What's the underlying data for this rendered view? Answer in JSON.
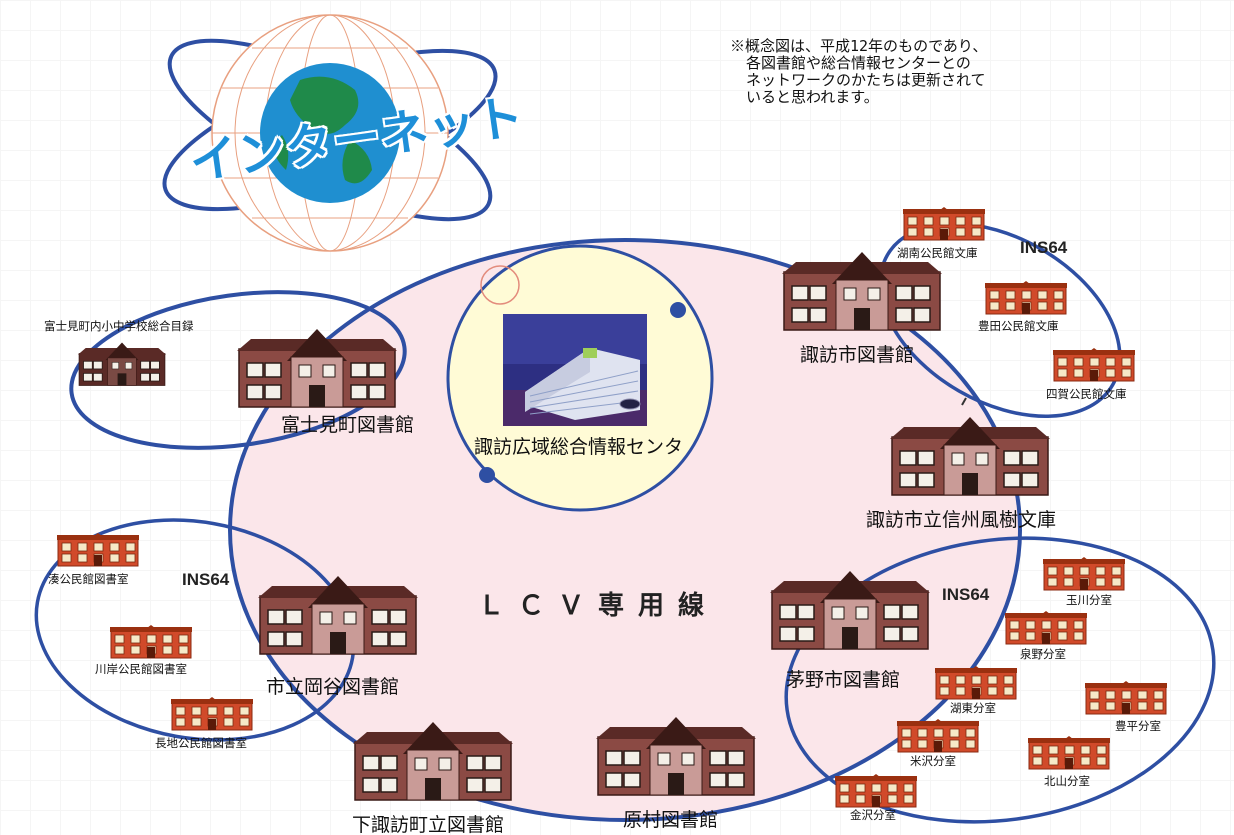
{
  "note": {
    "lines": [
      "※概念図は、平成12年のものであり、",
      "各図書館や総合情報センターとの",
      "ネットワークのかたちは更新されて",
      "いると思われます。"
    ]
  },
  "internet": {
    "label": "インターネット"
  },
  "backbone": {
    "label": "ＬＣＶ専用線"
  },
  "center": {
    "label": "諏訪広域総合情報センタ"
  },
  "libraries": {
    "fujimi": "富士見町図書館",
    "fujimi_catalog": "富士見町内小中学校総合目録",
    "suwa": "諏訪市図書館",
    "shinshu": "諏訪市立信州風樹文庫",
    "chino": "茅野市図書館",
    "haramura": "原村図書館",
    "shimosuwa": "下諏訪町立図書館",
    "okaya": "市立岡谷図書館"
  },
  "ins_labels": {
    "suwa": "INS64",
    "okaya": "INS64",
    "chino": "INS64"
  },
  "branches": {
    "suwa": [
      "湖南公民館文庫",
      "豊田公民館文庫",
      "四賀公民館文庫"
    ],
    "okaya": [
      "湊公民館図書室",
      "川岸公民館図書室",
      "長地公民館図書室"
    ],
    "chino": [
      "玉川分室",
      "泉野分室",
      "湖東分室",
      "豊平分室",
      "米沢分室",
      "北山分室",
      "金沢分室"
    ]
  },
  "colors": {
    "ring": "#2e4fa3",
    "backbone_fill": "#fbe6ea",
    "center_fill": "#fffbd6",
    "globe_ocean": "#1f8fd0",
    "globe_land": "#1f8a4a",
    "internet_text": "#1e8fd8",
    "building_wall": "#8b4a44",
    "building_center": "#c99b97",
    "small_building": "#d14a2a"
  }
}
